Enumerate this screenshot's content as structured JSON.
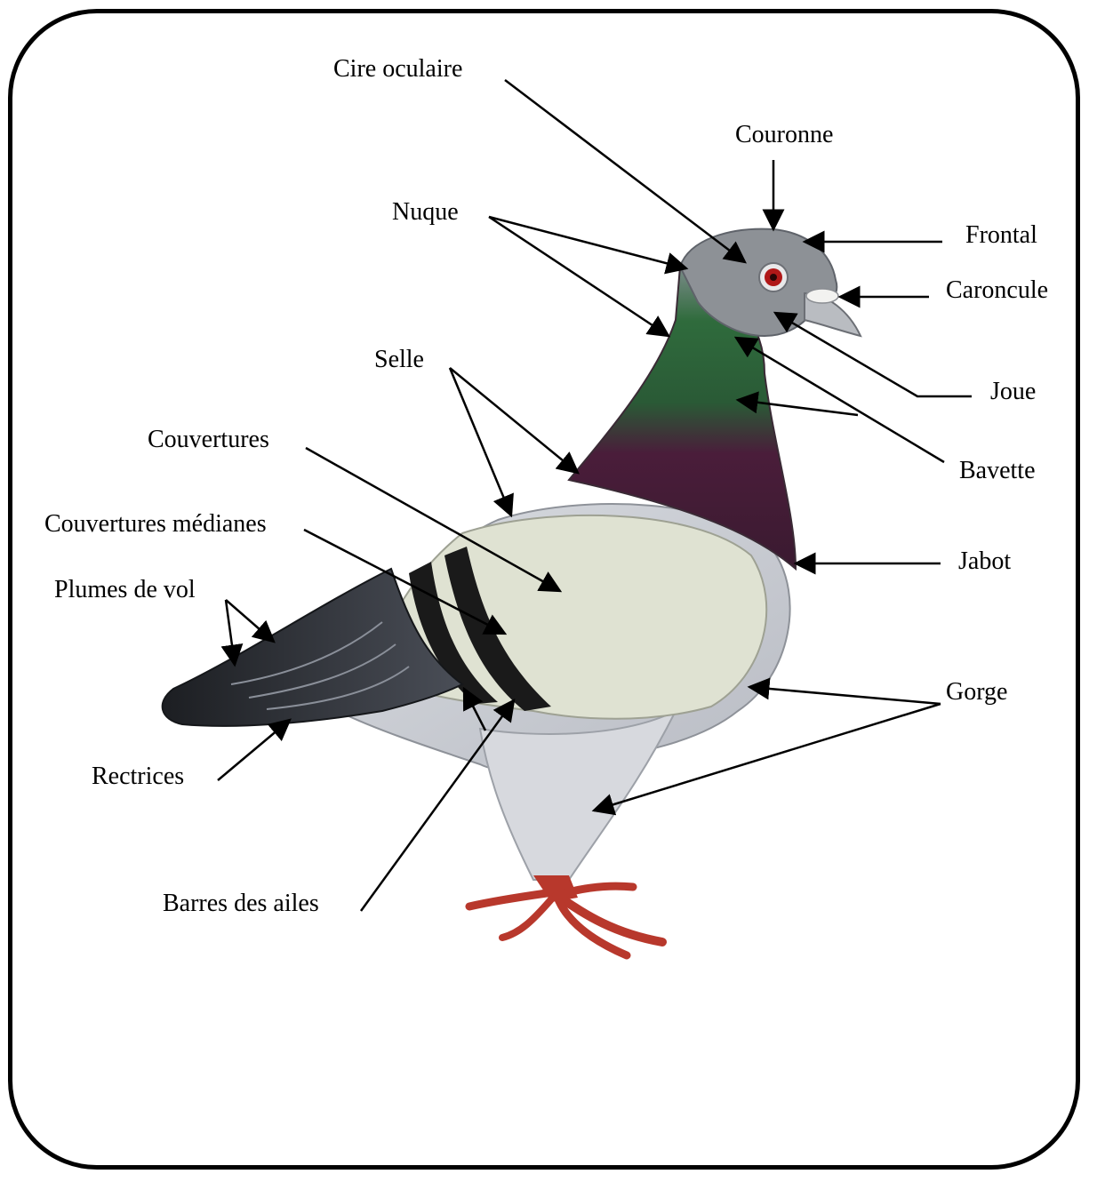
{
  "labels": {
    "cire_oculaire": "Cire oculaire",
    "couronne": "Couronne",
    "frontal": "Frontal",
    "caroncule": "Caroncule",
    "nuque": "Nuque",
    "joue": "Joue",
    "selle": "Selle",
    "bavette": "Bavette",
    "couvertures": "Couvertures",
    "couvertures_medianes": "Couvertures médianes",
    "jabot": "Jabot",
    "plumes_de_vol": "Plumes de vol",
    "gorge": "Gorge",
    "rectrices": "Rectrices",
    "barres_des_ailes": "Barres des ailes"
  },
  "colors": {
    "frame": "#000000",
    "leader": "#000000",
    "head": "#8d9196",
    "neck_green": "#2f6b3c",
    "neck_purple": "#4a1d3a",
    "body": "#c9ccd3",
    "wing": "#d9dccf",
    "bar": "#1a1a1a",
    "tail": "#2a2d33",
    "eye": "#b01818",
    "feet": "#b8382c"
  }
}
